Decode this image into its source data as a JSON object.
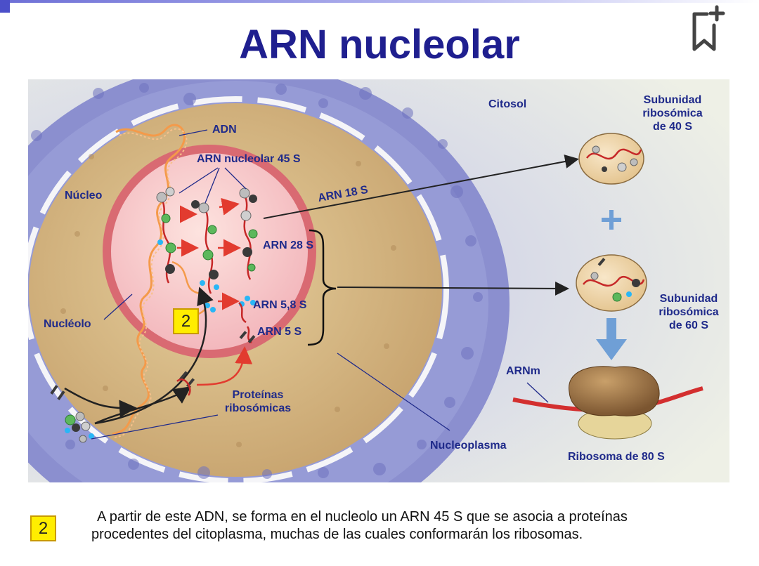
{
  "page": {
    "title": "ARN nucleolar",
    "badge": "2",
    "caption_line1": "A partir de este ADN, se forma en el nucleolo un ARN 45 S  que se asocia a proteínas",
    "caption_line2": "procedentes del citoplasma, muchas de las cuales conformarán los ribosomas."
  },
  "labels": {
    "citosol": "Citosol",
    "adn": "ADN",
    "arn45": "ARN nucleolar 45 S",
    "nucleo": "Núcleo",
    "arn18": "ARN 18 S",
    "arn28": "ARN 28 S",
    "arn58": "ARN 5,8 S",
    "arn5": "ARN 5 S",
    "nucleolo": "Nucléolo",
    "proteinas1": "Proteínas",
    "proteinas2": "ribosómicas",
    "nucleoplasma": "Nucleoplasma",
    "sub40_1": "Subunidad",
    "sub40_2": "ribosómica",
    "sub40_3": "de 40 S",
    "sub60_1": "Subunidad",
    "sub60_2": "ribosómica",
    "sub60_3": "de 60 S",
    "arnm": "ARNm",
    "ribosoma80": "Ribosoma de 80 S"
  },
  "icons": {
    "bookmark": "bookmark-add-icon"
  },
  "colors": {
    "title": "#1f1f8f",
    "label": "#1f2a8a",
    "cytosol": "#9aa0d4",
    "nucleus": "#c9a878",
    "nucleolus": "#f7c8c8",
    "badge": "#ffed00"
  }
}
